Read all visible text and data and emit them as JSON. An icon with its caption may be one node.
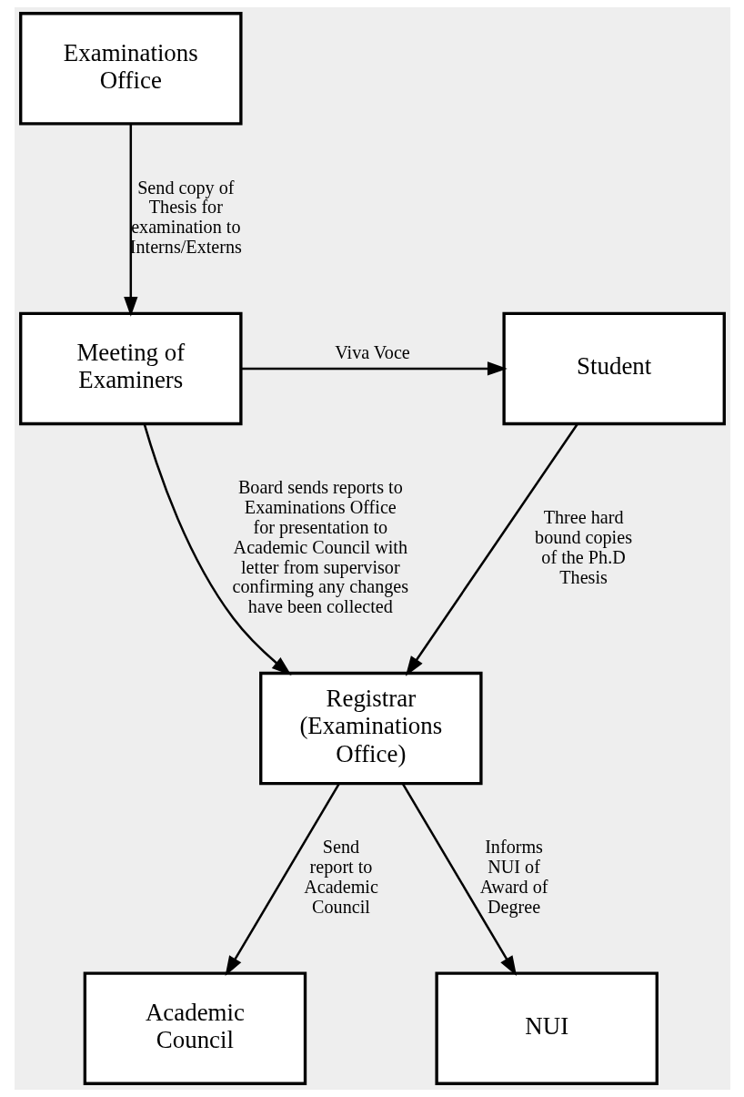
{
  "diagram": {
    "nodes": [
      {
        "text": [
          "Examinations Office"
        ]
      },
      {
        "text": [
          "Meeting of Examiners"
        ]
      },
      {
        "text": [
          "Student"
        ]
      },
      {
        "text": [
          "Registrar (Examinations Office)"
        ]
      },
      {
        "text": [
          "Academic Council"
        ]
      },
      {
        "text": [
          "NUI"
        ]
      }
    ],
    "edges": [
      {
        "from": 0,
        "to": 1,
        "arrow": "to",
        "label": "Send copy of Thesis for examination to Interns/Externs"
      },
      {
        "from": 1,
        "to": 2,
        "arrow": "to",
        "label": "Viva Voce"
      },
      {
        "from": 1,
        "to": 3,
        "arrow": "to",
        "label": "Board sends reports to Examinations Office for presentation to Academic Council with letter from supervisor confirming any changes have been collected"
      },
      {
        "from": 2,
        "to": 3,
        "arrow": "to",
        "label": "Three hard bound copies of the Ph.D Thesis"
      },
      {
        "from": 3,
        "to": 4,
        "arrow": "to",
        "label": "Send report to Academic Council"
      },
      {
        "from": 3,
        "to": 5,
        "arrow": "to",
        "label": "Informs NUI of Award of Degree"
      }
    ]
  }
}
